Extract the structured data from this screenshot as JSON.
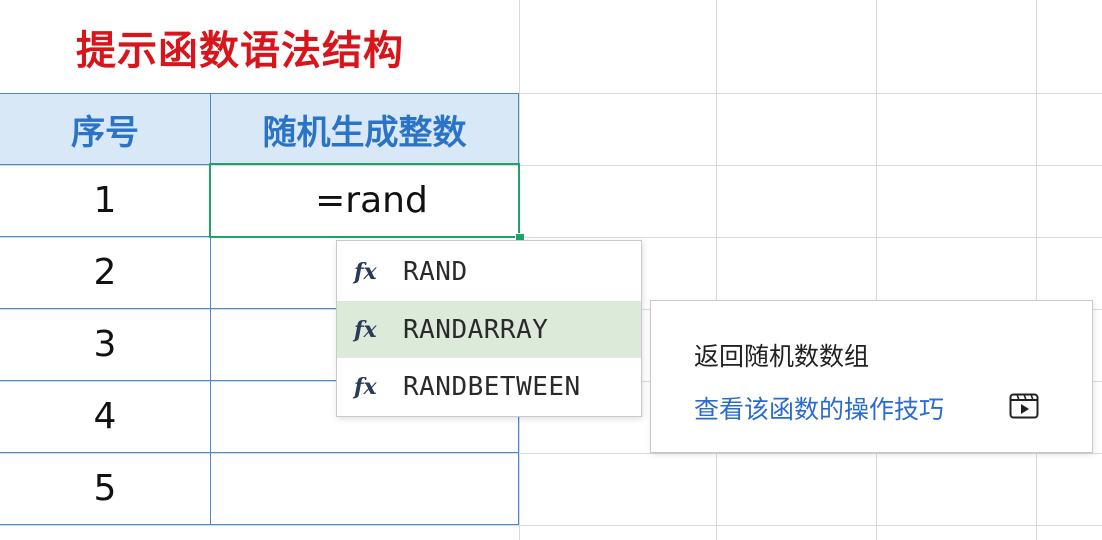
{
  "title": "提示函数语法结构",
  "table": {
    "headers": [
      "序号",
      "随机生成整数"
    ],
    "rows": [
      {
        "index": "1",
        "value": "=rand"
      },
      {
        "index": "2",
        "value": ""
      },
      {
        "index": "3",
        "value": ""
      },
      {
        "index": "4",
        "value": ""
      },
      {
        "index": "5",
        "value": ""
      }
    ]
  },
  "autocomplete": {
    "fx_symbol": "fx",
    "items": [
      {
        "name": "RAND",
        "selected": false
      },
      {
        "name": "RANDARRAY",
        "selected": true
      },
      {
        "name": "RANDBETWEEN",
        "selected": false
      }
    ]
  },
  "tooltip": {
    "description": "返回随机数数组",
    "link_text": "查看该函数的操作技巧",
    "link_icon": "video-play-icon"
  },
  "colors": {
    "title": "#d9151c",
    "header_bg": "#d9e8f7",
    "header_text": "#2a73c7",
    "active_border": "#21a366",
    "selected_bg": "#dcebd9",
    "link": "#2a6bd1"
  }
}
